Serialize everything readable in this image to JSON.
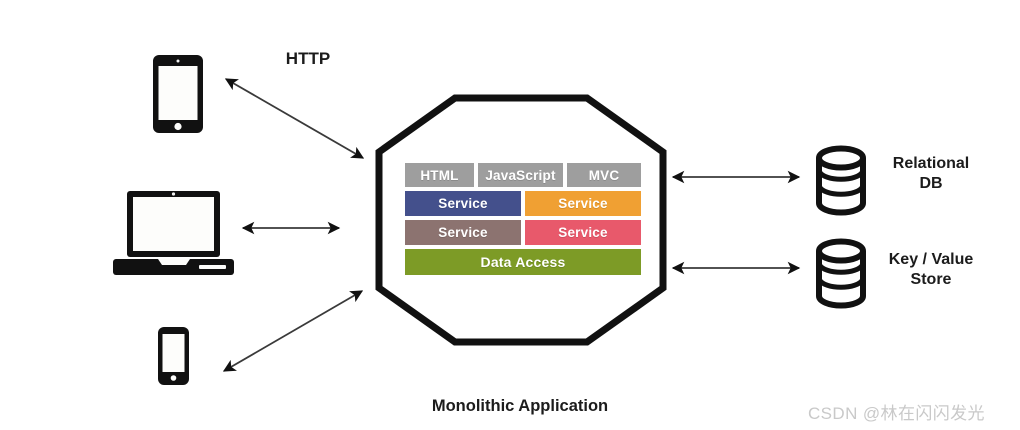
{
  "diagram": {
    "caption": "Monolithic Application",
    "protocol_label": "HTTP",
    "watermark": "CSDN @林在闪闪发光",
    "clients": [
      {
        "name": "tablet",
        "icon": "tablet-icon"
      },
      {
        "name": "laptop",
        "icon": "laptop-icon"
      },
      {
        "name": "phone",
        "icon": "smartphone-icon"
      }
    ],
    "stack": {
      "rows": [
        {
          "blocks": [
            {
              "label": "HTML",
              "color": "#9e9e9e"
            },
            {
              "label": "JavaScript",
              "color": "#9e9e9e"
            },
            {
              "label": "MVC",
              "color": "#9e9e9e"
            }
          ]
        },
        {
          "blocks": [
            {
              "label": "Service",
              "color": "#44508c"
            },
            {
              "label": "Service",
              "color": "#f0a033"
            }
          ]
        },
        {
          "blocks": [
            {
              "label": "Service",
              "color": "#8c7370"
            },
            {
              "label": "Service",
              "color": "#e8596b"
            }
          ]
        },
        {
          "blocks": [
            {
              "label": "Data Access",
              "color": "#7d9b26"
            }
          ]
        }
      ]
    },
    "datastores": [
      {
        "label": "Relational\nDB",
        "icon": "database-cylinder-icon"
      },
      {
        "label": "Key / Value\nStore",
        "icon": "database-cylinder-icon"
      }
    ],
    "connectors": [
      {
        "name": "tablet-to-app",
        "style": "double-arrow"
      },
      {
        "name": "laptop-to-app",
        "style": "double-arrow"
      },
      {
        "name": "phone-to-app",
        "style": "double-arrow"
      },
      {
        "name": "app-to-relational-db",
        "style": "double-arrow"
      },
      {
        "name": "app-to-key-value-store",
        "style": "double-arrow"
      }
    ],
    "colors": {
      "outline": "#111111",
      "gray_block": "#9e9e9e",
      "blue_service": "#44508c",
      "orange_service": "#f0a033",
      "mauve_service": "#8c7370",
      "pink_service": "#e8596b",
      "data_access_green": "#7d9b26",
      "background": "#ffffff",
      "watermark": "#c9c9c9"
    }
  }
}
